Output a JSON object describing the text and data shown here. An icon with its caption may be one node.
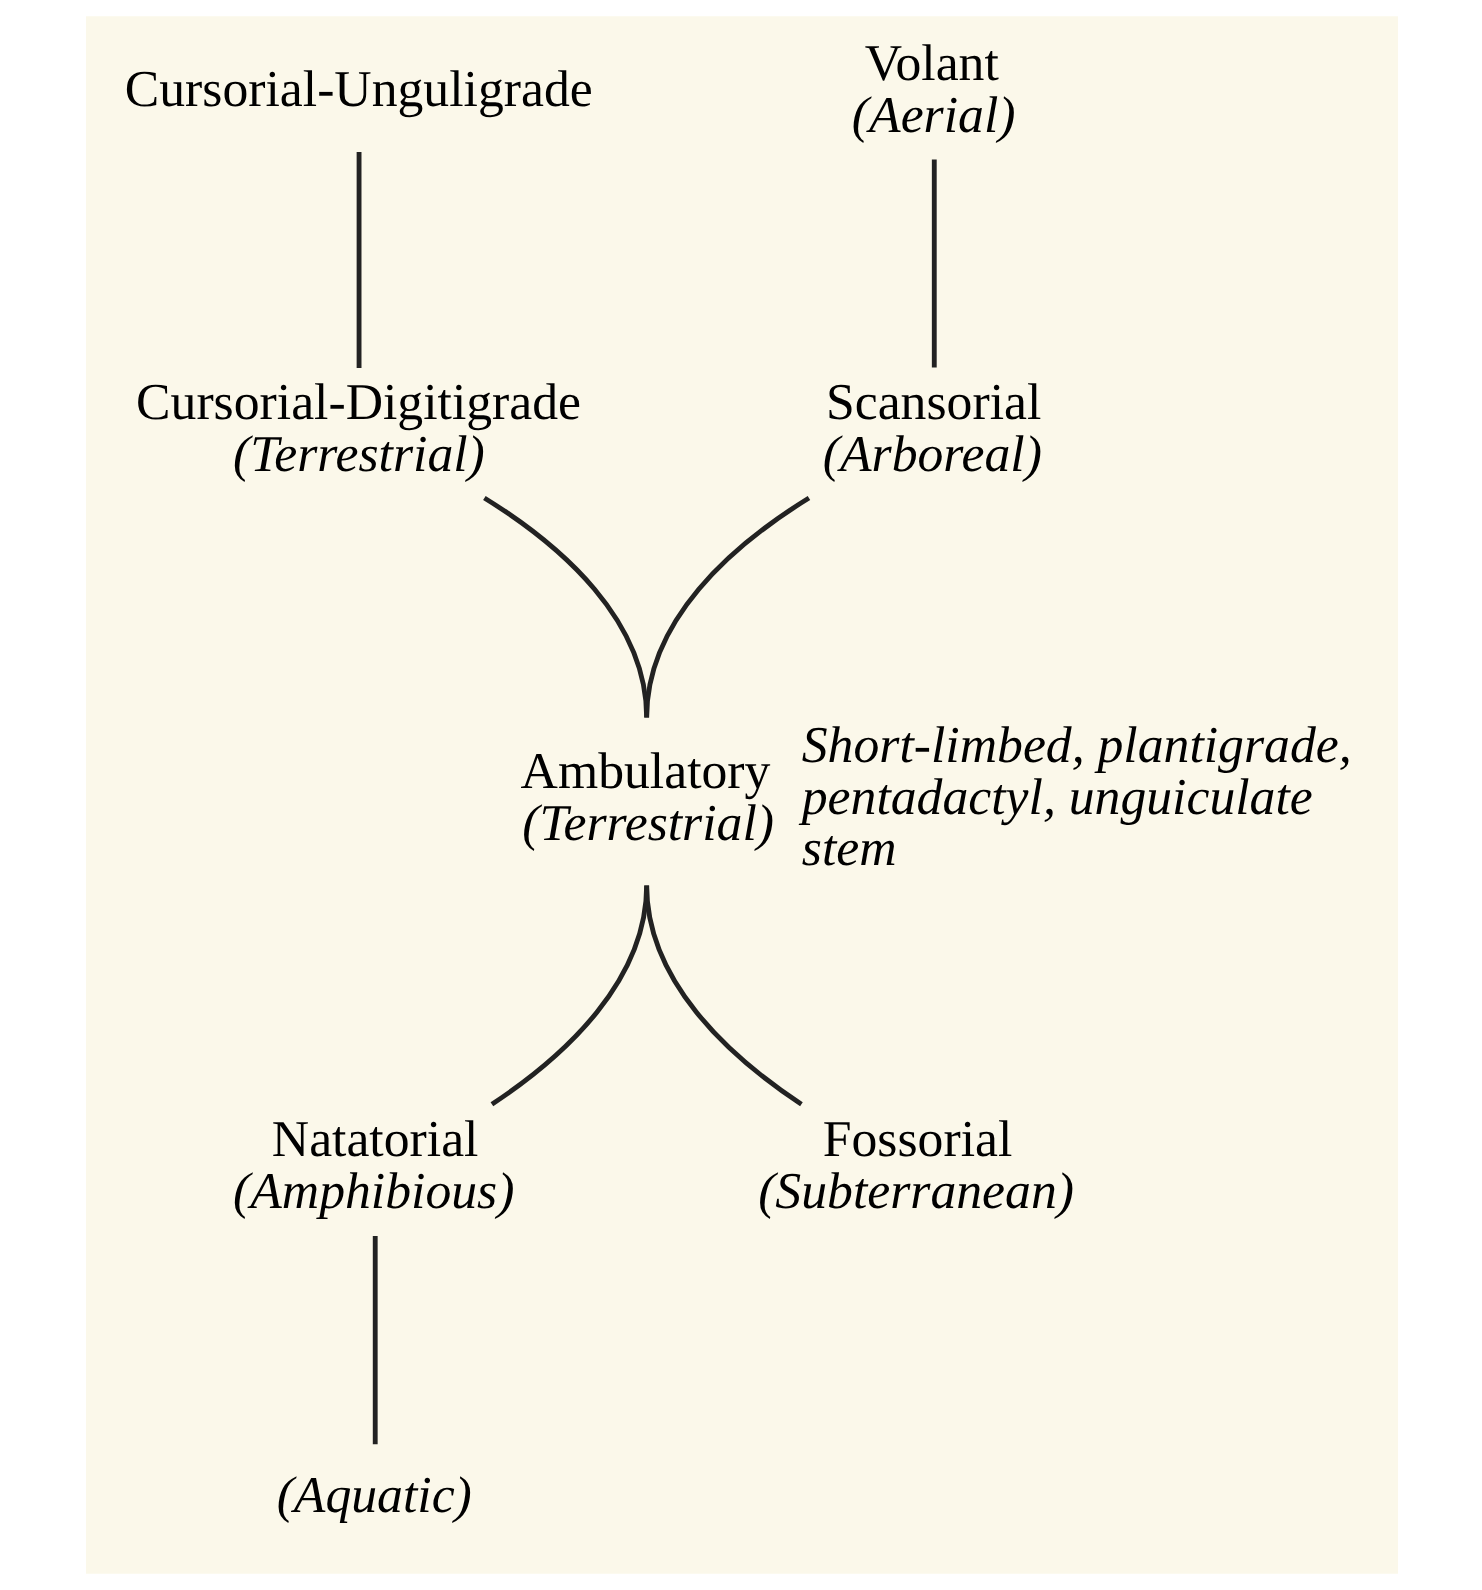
{
  "diagram": {
    "nodes": [
      {
        "text": [
          "Cursorial-Unguligrade"
        ]
      },
      {
        "text": [
          "Volant",
          "(Aerial)"
        ]
      },
      {
        "text": [
          "Cursorial-Digitigrade",
          "(Terrestrial)"
        ]
      },
      {
        "text": [
          "Scansorial",
          "(Arboreal)"
        ]
      },
      {
        "text": [
          "Ambulatory",
          "(Terrestrial)"
        ],
        "beside": [
          "Short-limbed, plantigrade, pentadactyl, unguiculate stem"
        ]
      },
      {
        "text": [
          "Natatorial",
          "(Amphibious)"
        ]
      },
      {
        "text": [
          "Fossorial",
          "(Subterranean)"
        ]
      },
      {
        "text": [
          "(Aquatic)"
        ]
      }
    ],
    "edges": [
      {
        "from": 0,
        "to": 2,
        "arrow": "none"
      },
      {
        "from": 2,
        "to": 4,
        "arrow": "none"
      },
      {
        "from": 1,
        "to": 3,
        "arrow": "none"
      },
      {
        "from": 3,
        "to": 4,
        "arrow": "none"
      },
      {
        "from": 4,
        "to": 5,
        "arrow": "none"
      },
      {
        "from": 4,
        "to": 6,
        "arrow": "none"
      },
      {
        "from": 5,
        "to": 7,
        "arrow": "none"
      }
    ]
  }
}
